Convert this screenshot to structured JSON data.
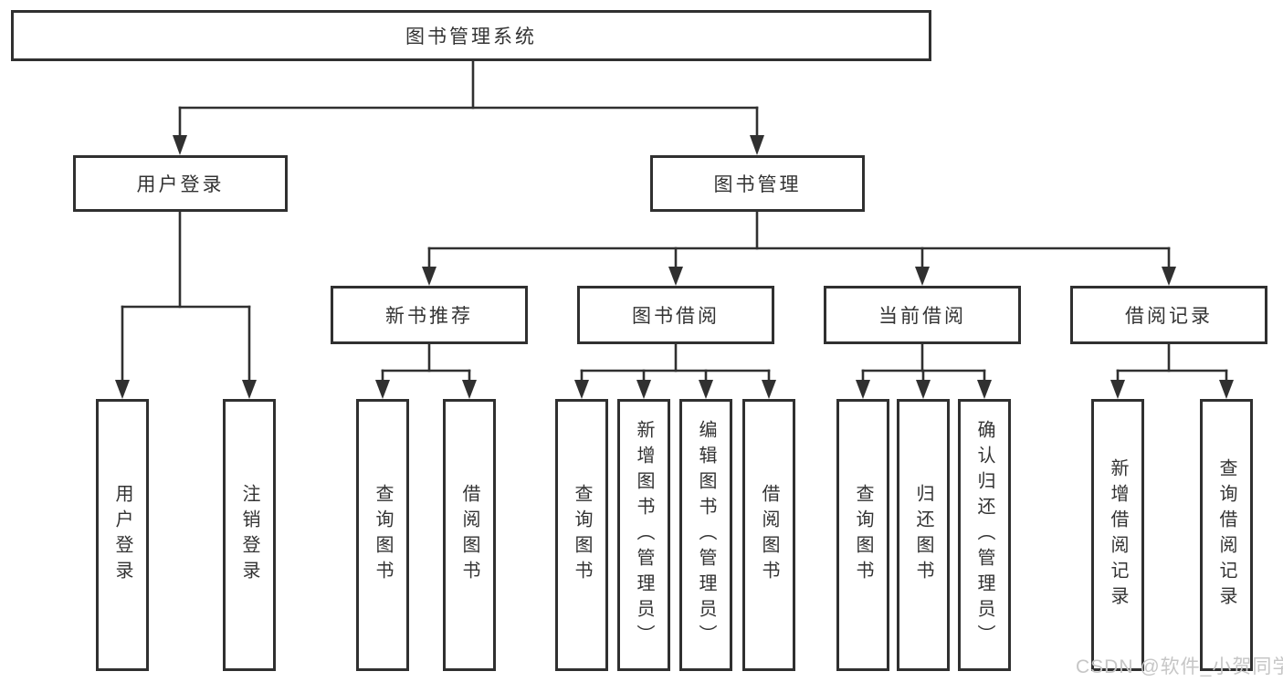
{
  "diagram": {
    "root": "图书管理系统",
    "level2": [
      "用户登录",
      "图书管理"
    ],
    "level3": [
      "新书推荐",
      "图书借阅",
      "当前借阅",
      "借阅记录"
    ],
    "leaves": {
      "user_login": [
        "用户登录",
        "注销登录"
      ],
      "new_book": [
        "查询图书",
        "借阅图书"
      ],
      "book_borrow": [
        "查询图书",
        "新增图书（管理员）",
        "编辑图书（管理员）",
        "借阅图书"
      ],
      "current_borrow": [
        "查询图书",
        "归还图书",
        "确认归还（管理员）"
      ],
      "borrow_record": [
        "新增借阅记录",
        "查询借阅记录"
      ]
    }
  },
  "watermark": "CSDN @软件_小贺同学",
  "colors": {
    "line": "#303030",
    "text": "#333333",
    "watermark": "#c6c6c6",
    "background": "#ffffff"
  }
}
